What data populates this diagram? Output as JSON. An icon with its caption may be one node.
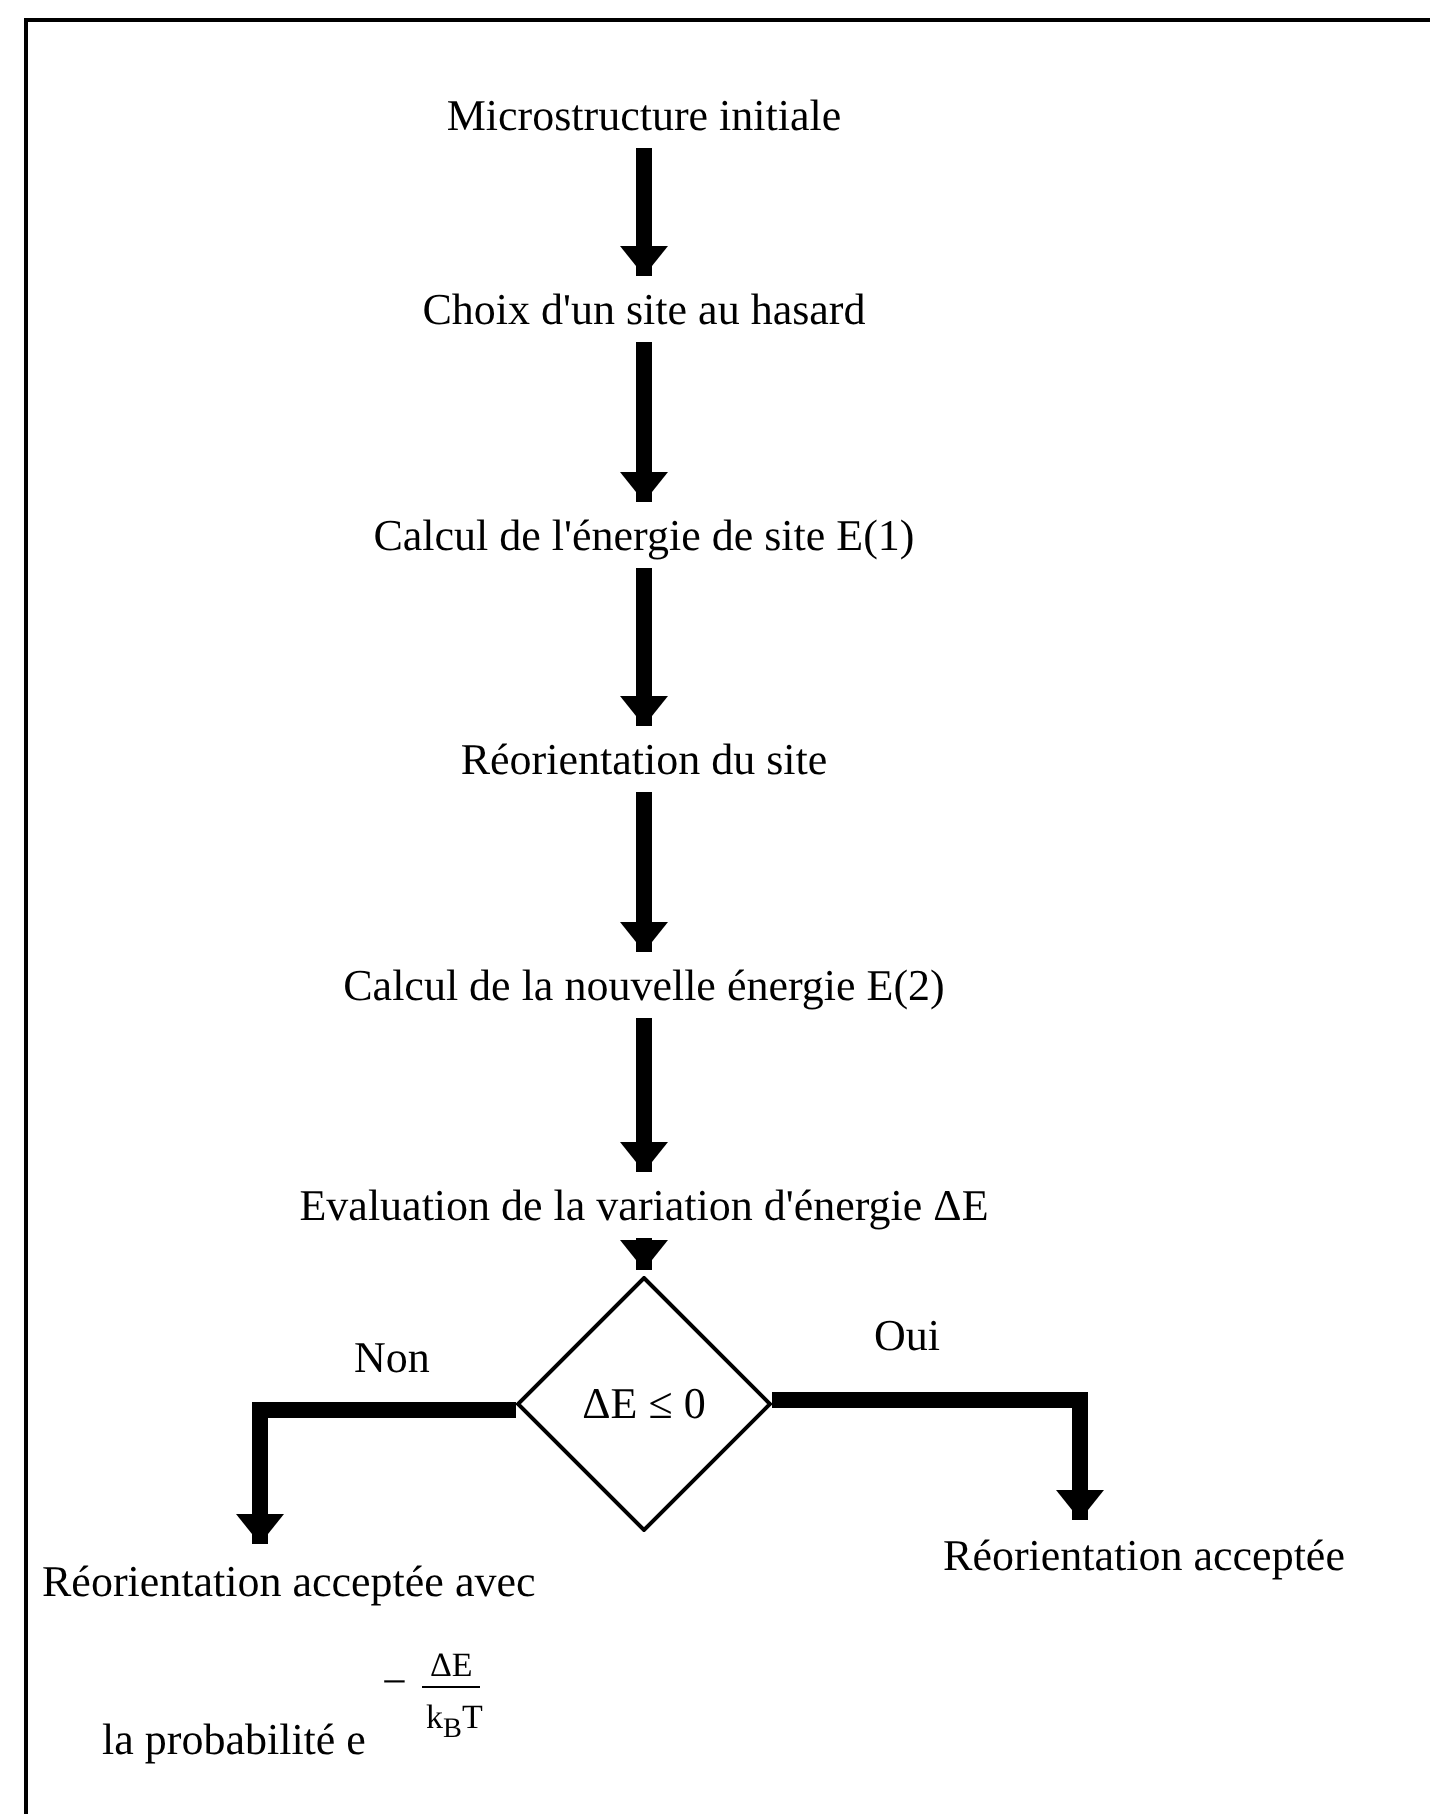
{
  "diagram": {
    "nodes": [
      {
        "text": [
          "Microstructure initiale"
        ]
      },
      {
        "text": [
          "Choix d'un site au hasard"
        ]
      },
      {
        "text": [
          "Calcul de l'énergie de site E(1)"
        ]
      },
      {
        "text": [
          "Réorientation du site"
        ]
      },
      {
        "text": [
          "Calcul de la nouvelle énergie E(2)"
        ]
      },
      {
        "text": [
          "Evaluation de la variation d'énergie ΔE"
        ]
      },
      {
        "text": [
          "ΔE ≤ 0"
        ]
      },
      {
        "text": [
          "Réorientation acceptée avec",
          "la probabilité e",
          "−",
          "ΔE",
          "k$_{B}$T"
        ]
      },
      {
        "text": [
          "Réorientation acceptée"
        ]
      }
    ],
    "edges": [
      {
        "from": 0,
        "to": 1,
        "arrow": "to"
      },
      {
        "from": 1,
        "to": 2,
        "arrow": "to"
      },
      {
        "from": 2,
        "to": 3,
        "arrow": "to"
      },
      {
        "from": 3,
        "to": 4,
        "arrow": "to"
      },
      {
        "from": 4,
        "to": 5,
        "arrow": "to"
      },
      {
        "from": 5,
        "to": 6,
        "arrow": "to"
      },
      {
        "from": 6,
        "to": 7,
        "arrow": "to",
        "label": "Non"
      },
      {
        "from": 6,
        "to": 8,
        "arrow": "to",
        "label": "Oui"
      }
    ]
  }
}
